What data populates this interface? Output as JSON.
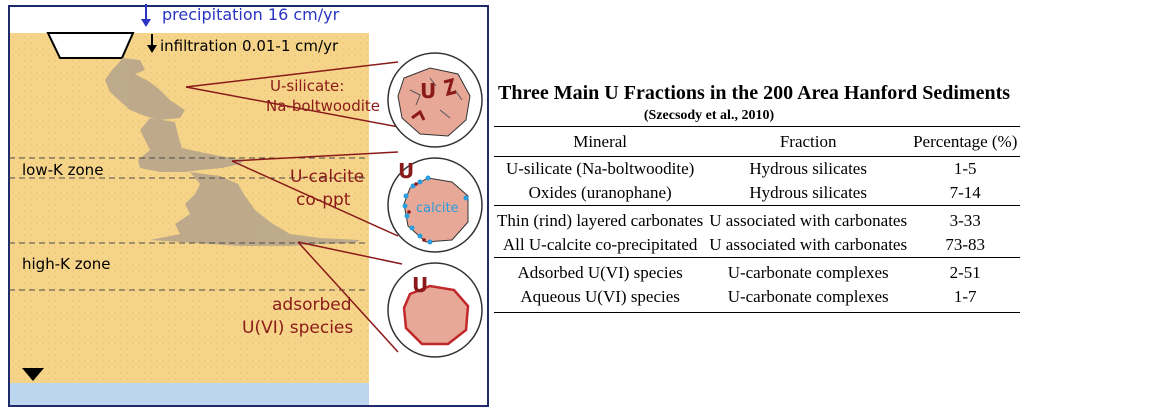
{
  "diagram": {
    "precip_label": "precipitation 16 cm/yr",
    "infil_label": "infiltration  0.01-1 cm/yr",
    "silicate_label_1": "U-silicate:",
    "silicate_label_2": "Na-boltwoodite",
    "lowk_label": "low-K zone",
    "calcite_label_1": "U-calcite",
    "calcite_label_2": "co-ppt",
    "highk_label": "high-K zone",
    "adsorbed_label_1": "adsorbed",
    "adsorbed_label_2": "U(VI) species",
    "circle_u_1": "U",
    "circle_u_2": "U",
    "circle_u_3": "U",
    "circle_calcite": "calcite",
    "colors": {
      "sediment": "#f6d58a",
      "plume": "#b8a68c",
      "water": "#bdd6f0",
      "line": "#8a1a1a",
      "grain": "#e8a898",
      "calcite_dots": "#2a9ce0"
    }
  },
  "table": {
    "title": "Three Main U Fractions in the 200 Area Hanford Sediments",
    "subtitle": "(Szecsody et al., 2010)",
    "headers": [
      "Mineral",
      "Fraction",
      "Percentage (%)"
    ],
    "rows": [
      [
        "U-silicate (Na-boltwoodite)",
        "Hydrous silicates",
        "1-5"
      ],
      [
        "Oxides (uranophane)",
        "Hydrous silicates",
        "7-14"
      ],
      [
        "Thin (rind) layered carbonates",
        "U associated with carbonates",
        "3-33"
      ],
      [
        "All U-calcite co-precipitated",
        "U associated with carbonates",
        "73-83"
      ],
      [
        "Adsorbed U(VI) species",
        "U-carbonate complexes",
        "2-51"
      ],
      [
        "Aqueous U(VI) species",
        "U-carbonate complexes",
        "1-7"
      ]
    ]
  }
}
